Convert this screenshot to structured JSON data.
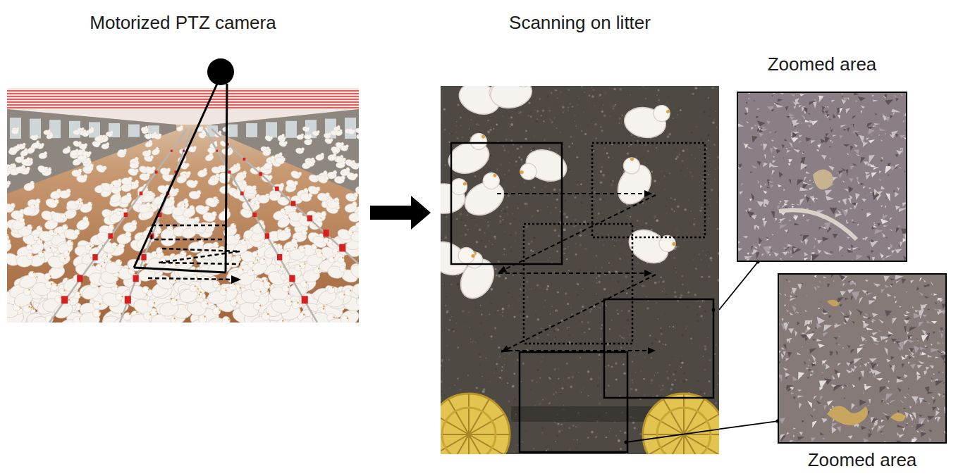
{
  "diagram": {
    "nodes": [
      {
        "text": [
          "Motorized PTZ camera"
        ]
      },
      {
        "text": [
          "Scanning on litter"
        ]
      },
      {
        "text": [
          "Zoomed area"
        ]
      },
      {
        "text": [
          "Zoomed area"
        ]
      }
    ],
    "edges": [
      {
        "from": 0,
        "to": 1,
        "arrow": "to"
      },
      {
        "from": 1,
        "to": 2,
        "arrow": "none"
      },
      {
        "from": 1,
        "to": 3,
        "arrow": "none"
      }
    ]
  }
}
